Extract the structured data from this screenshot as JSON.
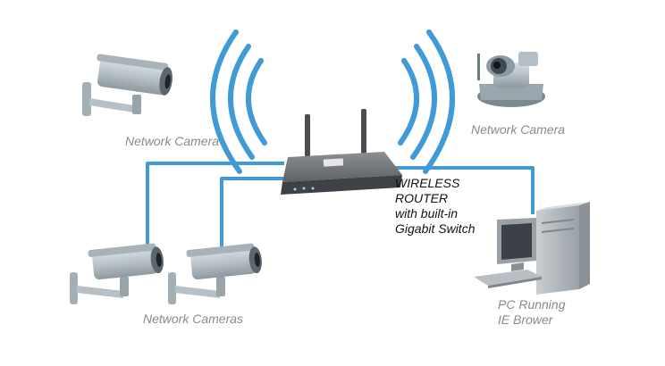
{
  "colors": {
    "cable": "#3f9ad6",
    "wave": "#3f9ad6",
    "device_body": "#b9c2c8",
    "router_body": "#6b6f73",
    "label_gray": "#8a8a8a"
  },
  "labels": {
    "network_camera_left": "Network Camera",
    "network_camera_right": "Network Camera",
    "network_cameras": "Network Cameras",
    "router": [
      "WIRELESS",
      "ROUTER",
      "with built-in",
      "Gigabit Switch"
    ],
    "pc": [
      "PC Running",
      "IE Brower"
    ]
  },
  "icons": [
    "bullet-camera-icon",
    "ptz-camera-icon",
    "router-icon",
    "pc-icon",
    "wireless-waves-icon"
  ]
}
